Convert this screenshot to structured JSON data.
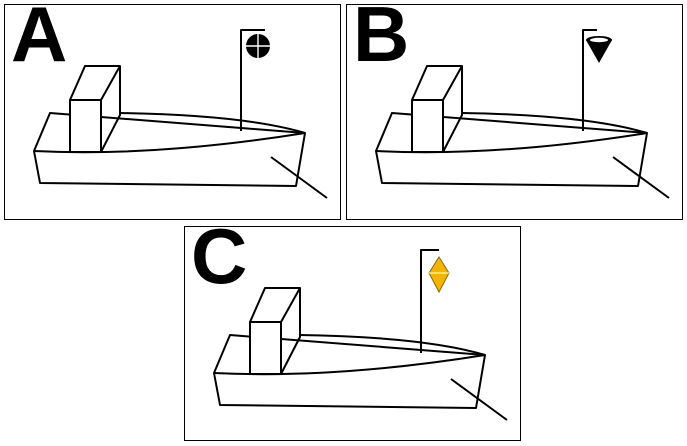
{
  "panels": [
    {
      "id": "A",
      "label": "A",
      "signal_shape": "ball",
      "signal_color": "#000000"
    },
    {
      "id": "B",
      "label": "B",
      "signal_shape": "cone-point-down",
      "signal_color": "#000000"
    },
    {
      "id": "C",
      "label": "C",
      "signal_shape": "diamond",
      "signal_color": "#f5b400"
    }
  ]
}
